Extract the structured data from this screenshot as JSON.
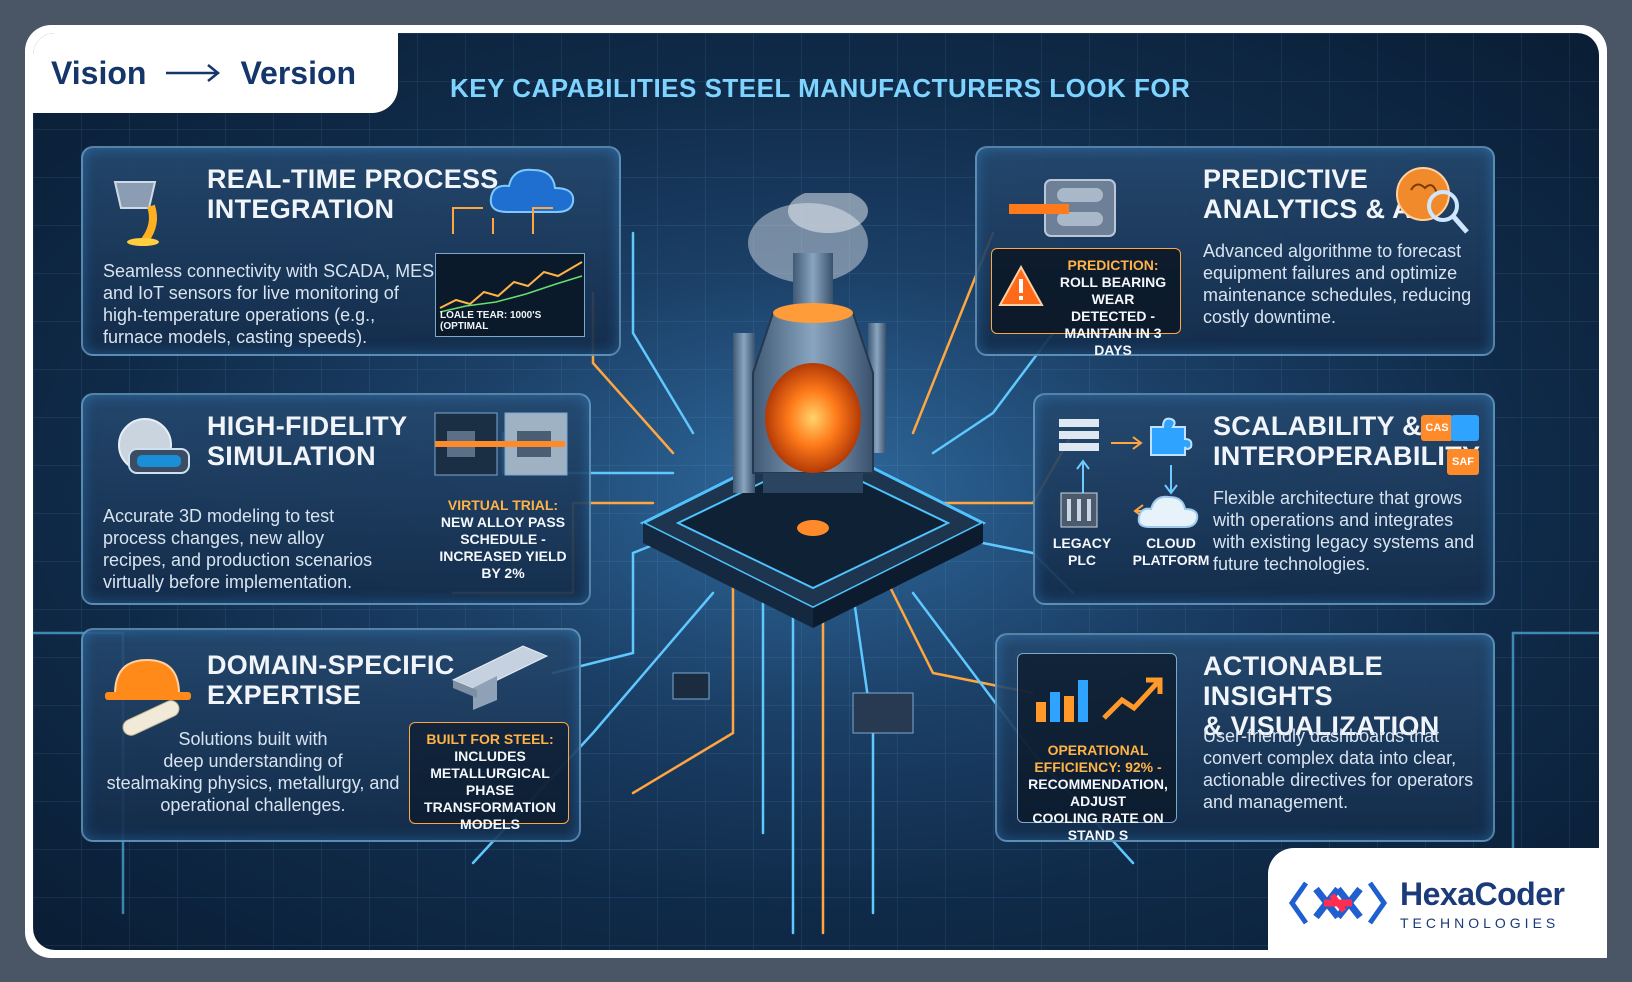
{
  "header": {
    "vision": "Vision",
    "version": "Version",
    "headline": "KEY CAPABILITIES STEEL MANUFACTURERS LOOK FOR"
  },
  "panels": {
    "realtime": {
      "title1": "REAL-TIME PROCESS",
      "title2": "INTEGRATION",
      "desc1": "Seamless connectivity with SCADA, MES,",
      "desc2": "and IoT sensors for live monitoring of",
      "desc3": "high-temperature operations (e.g.,",
      "desc4": "furnace models, casting speeds).",
      "chart_label": "LOALE TEAR: 1000'S (OPTIMAL"
    },
    "predictive": {
      "title1": "PREDICTIVE",
      "title2": "ANALYTICS & AI",
      "desc1": "Advanced algorithme to forecast",
      "desc2": "equipment failures and optimize",
      "desc3": "maintenance schedules, reducing",
      "desc4": "costly downtime.",
      "callout1": "PREDICTION:",
      "callout2": "ROLL BEARING WEAR",
      "callout3": "DETECTED -",
      "callout4": "MAINTAIN IN 3 DAYS"
    },
    "simulation": {
      "title1": "HIGH-FIDELITY",
      "title2": "SIMULATION",
      "desc1": "Accurate 3D modeling to test",
      "desc2": "process changes, new alloy",
      "desc3": "recipes, and production scenarios",
      "desc4": "virtually before implementation.",
      "callout1": "VIRTUAL TRIAL:",
      "callout2": "NEW ALLOY PASS",
      "callout3": "SCHEDULE -",
      "callout4": "INCREASED YIELD BY 2%"
    },
    "scalability": {
      "title1": "SCALABILITY &",
      "title2": "INTEROPERABILITY",
      "desc1": "Flexible architecture that grows",
      "desc2": "with operations and integrates",
      "desc3": "with existing legacy systems and",
      "desc4": "future technologies.",
      "legacy1": "LEGACY",
      "legacy2": "PLC",
      "cloud1": "CLOUD",
      "cloud2": "PLATFORM",
      "badge1": "CAS",
      "badge2": "SAF"
    },
    "domain": {
      "title1": "DOMAIN-SPECIFIC",
      "title2": "EXPERTISE",
      "desc1": "Solutions built with",
      "desc2": "deep  understanding of",
      "desc3": "stealmaking physics, metallurgy, and",
      "desc4": "operational challenges.",
      "callout1": "BUILT FOR STEEL:",
      "callout2": "INCLUDES METALLURGICAL",
      "callout3": "PHASE TRANSFORMATION",
      "callout4": "MODELS"
    },
    "insights": {
      "title1": "ACTIONABLE INSIGHTS",
      "title2": "& VISUALIZATION",
      "desc1": "User-friendly dashboards that",
      "desc2": "convert complex data into clear,",
      "desc3": "actionable directives for operators",
      "desc4": "and management.",
      "callout1": "OPERATIONAL",
      "callout2": "EFFICIENCY: 92% -",
      "callout3": "RECOMMENDATION, ADJUST",
      "callout4": "COOLING RATE ON STAND S"
    }
  },
  "logo": {
    "name": "HexaCoder",
    "sub": "TECHNOLOGIES"
  },
  "colors": {
    "accent": "#7fd3ff",
    "orange": "#ffb347",
    "navy": "#14366a"
  }
}
